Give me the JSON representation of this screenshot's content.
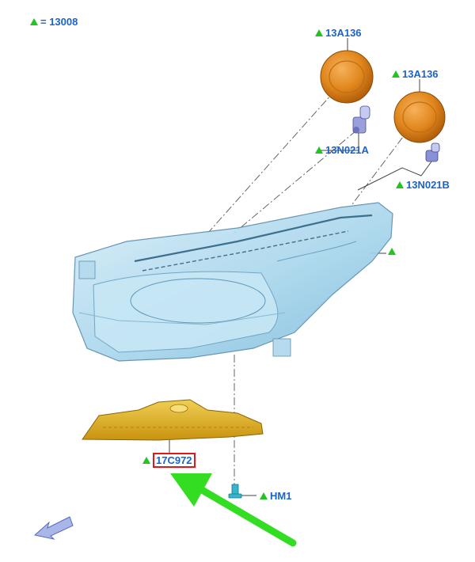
{
  "legend": {
    "symbol_meaning": "= 13008"
  },
  "labels": {
    "cap_upper": "13A136",
    "cap_lower": "13A136",
    "bulb_a": "13N021A",
    "bulb_b": "13N021B",
    "bracket": "17C972",
    "screw": "HM1"
  },
  "colors": {
    "label_text": "#1a63c8",
    "marker": "#22c322",
    "arrow": "#33dd22",
    "highlight_box": "#e01818",
    "cap": "#e0861c",
    "bracket": "#e2b21a",
    "lamp": "#9fd2ea"
  },
  "icons": {
    "marker": "triangle-marker-icon",
    "navigation": "view-direction-arrow-icon",
    "pointer": "highlight-arrow-icon"
  }
}
